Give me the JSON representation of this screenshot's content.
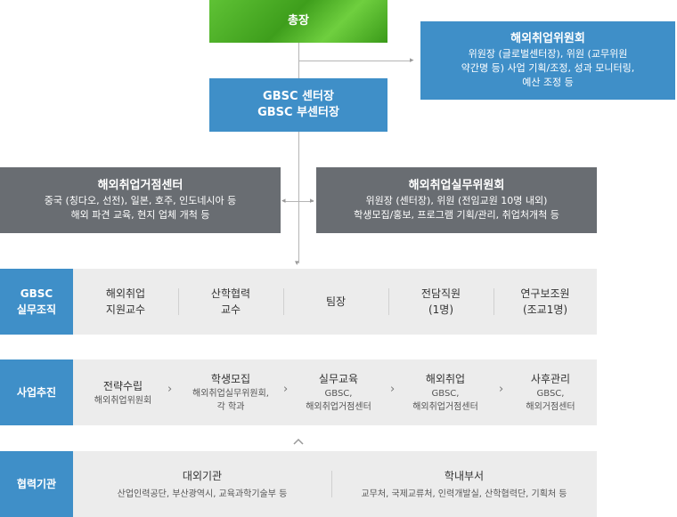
{
  "president": "총장",
  "overseas_committee": {
    "title": "해외취업위원회",
    "lines": [
      "위원장 (글로벌센터장), 위원 (교무위원",
      "약간명 등) 사업 기획/조정, 성과 모니터링,",
      "예산 조정 등"
    ]
  },
  "gbsc_center": [
    "GBSC 센터장",
    "GBSC 부센터장"
  ],
  "base_center": {
    "title": "해외취업거점센터",
    "lines": [
      "중국 (칭다오, 선전), 일본, 호주, 인도네시아 등",
      "해외 파견 교육, 현지 업체 개척 등"
    ]
  },
  "working_committee": {
    "title": "해외취업실무위원회",
    "lines": [
      "위원장 (센터장), 위원 (전임교원 10명 내외)",
      "학생모집/홍보, 프로그램 기획/관리, 취업처개척 등"
    ]
  },
  "org_row": {
    "label": [
      "GBSC",
      "실무조직"
    ],
    "cells": [
      [
        "해외취업",
        "지원교수"
      ],
      [
        "산학협력",
        "교수"
      ],
      [
        "팀장"
      ],
      [
        "전담직원",
        "(1명)"
      ],
      [
        "연구보조원",
        "(조교1명)"
      ]
    ]
  },
  "process_row": {
    "label": "사업추진",
    "steps": [
      {
        "title": "전략수립",
        "sub": [
          "해외취업위원회"
        ]
      },
      {
        "title": "학생모집",
        "sub": [
          "해외취업실무위원회,",
          "각 학과"
        ]
      },
      {
        "title": "실무교육",
        "sub": [
          "GBSC,",
          "해외취업거점센터"
        ]
      },
      {
        "title": "해외취업",
        "sub": [
          "GBSC,",
          "해외취업거점센터"
        ]
      },
      {
        "title": "사후관리",
        "sub": [
          "GBSC,",
          "해외거점센터"
        ]
      }
    ]
  },
  "partner_row": {
    "label": "협력기관",
    "groups": [
      {
        "title": "대외기관",
        "sub": "산업인력공단, 부산광역시, 교육과학기술부 등"
      },
      {
        "title": "학내부서",
        "sub": "교무처, 국제교류처, 인력개발실, 산학협력단, 기획처 등"
      }
    ]
  },
  "colors": {
    "green": "#4caf2a",
    "blue": "#3f8fc8",
    "gray": "#696d72",
    "panel": "#ececec"
  }
}
